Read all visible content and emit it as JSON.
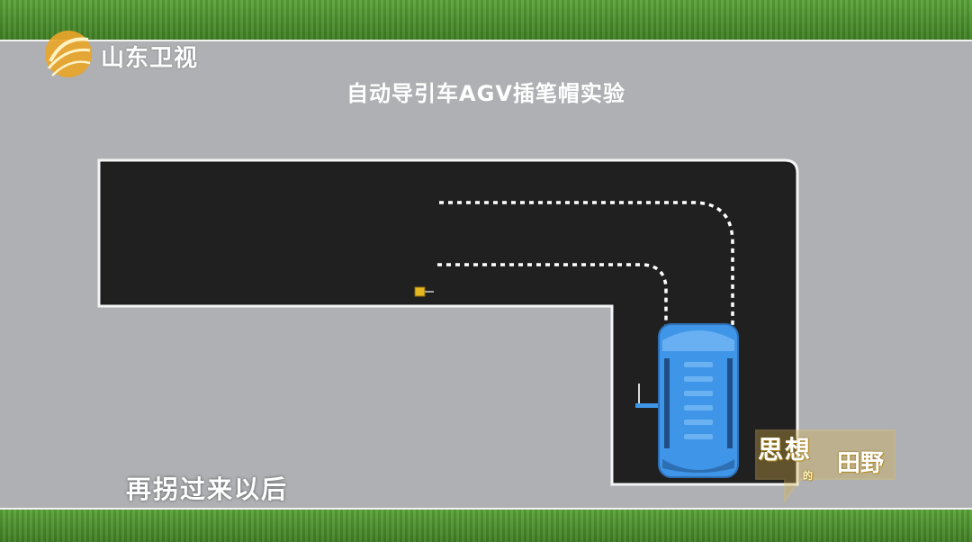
{
  "channel": {
    "name": "山东卫视"
  },
  "video": {
    "title": "自动导引车AGV插笔帽实验",
    "subtitle": "再拐过来以后"
  },
  "program": {
    "name_part1": "思",
    "name_part2": "想",
    "connector": "的",
    "name_part3": "田野"
  },
  "colors": {
    "grass": "#4d8f2e",
    "board": "#aeb0b3",
    "road": "#202020",
    "agv": "#3f95e8",
    "path_dots": "#ffffff"
  },
  "icons": {
    "channel_logo": "golden-swirl-logo-icon",
    "agv": "agv-vehicle-icon",
    "pen_cap": "pen-cap-icon",
    "pen": "pen-icon"
  }
}
